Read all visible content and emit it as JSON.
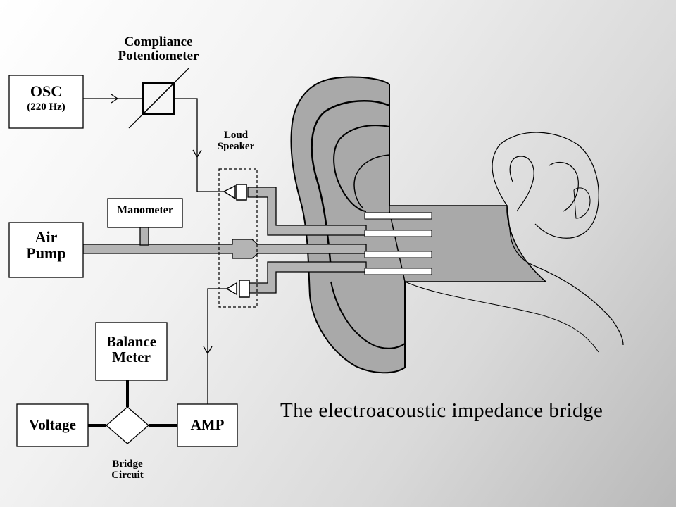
{
  "diagram": {
    "caption": "The electroacoustic impedance bridge",
    "compliance": {
      "line1": "Compliance",
      "line2": "Potentiometer"
    },
    "osc": {
      "label": "OSC",
      "freq": "(220 Hz)"
    },
    "loudspeaker": {
      "line1": "Loud",
      "line2": "Speaker"
    },
    "manometer": "Manometer",
    "air_pump": {
      "line1": "Air",
      "line2": "Pump"
    },
    "balance_meter": {
      "line1": "Balance",
      "line2": "Meter"
    },
    "voltage": "Voltage",
    "amp": "AMP",
    "bridge": {
      "line1": "Bridge",
      "line2": "Circuit"
    }
  },
  "colors": {
    "ear": "#a9a9a9",
    "tube": "#b4b4b4",
    "line": "#000000"
  }
}
